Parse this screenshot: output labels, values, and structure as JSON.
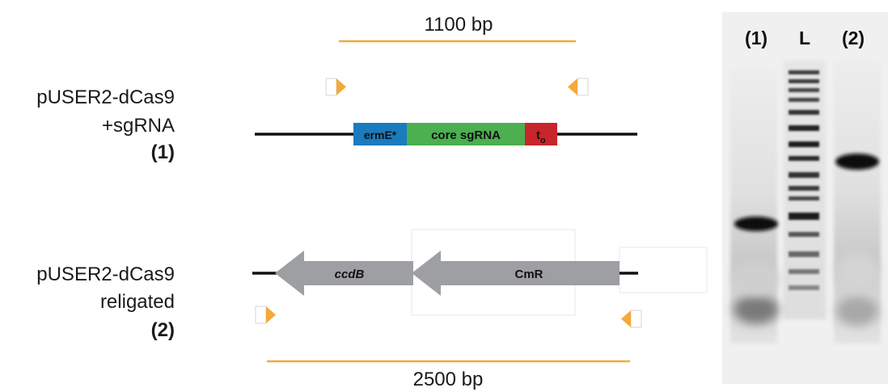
{
  "construct1": {
    "name_line1": "pUSER2-dCas9",
    "name_line2": "+sgRNA",
    "number": "(1)",
    "amplicon_label": "1100 bp",
    "segments": [
      {
        "label": "ermE*",
        "color": "#1a7bbf"
      },
      {
        "label": "core sgRNA",
        "color": "#4caf50"
      },
      {
        "label": "t",
        "subscript": "o",
        "color": "#c8252c"
      }
    ]
  },
  "construct2": {
    "name_line1": "pUSER2-dCas9",
    "name_line2": "religated",
    "number": "(2)",
    "amplicon_label": "2500 bp",
    "genes": [
      {
        "label": "ccdB",
        "italic": true,
        "color": "#9e9fa2"
      },
      {
        "label": "CmR",
        "italic": false,
        "color": "#9e9fa2"
      }
    ]
  },
  "gel": {
    "lanes": [
      {
        "label": "(1)"
      },
      {
        "label": "L"
      },
      {
        "label": "(2)"
      }
    ]
  },
  "colors": {
    "primer": "#f5a93a",
    "amplicon_line": "#f5a93a",
    "backbone": "#111111",
    "gel_background": "#f0f0f0",
    "band": "#0b0b0b"
  }
}
